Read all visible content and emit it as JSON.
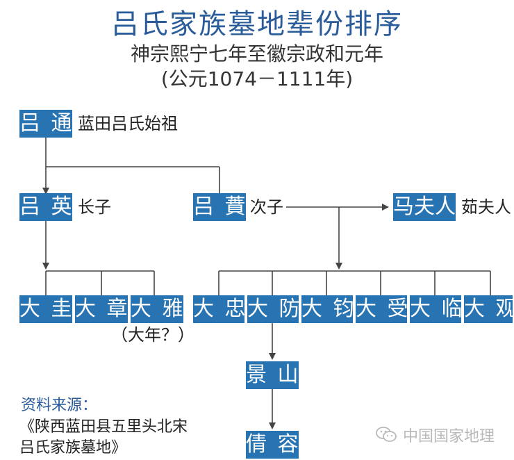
{
  "header": {
    "title": "吕氏家族墓地辈份排序",
    "subtitle": "神宗熙宁七年至徽宗政和元年",
    "years": "(公元1074－1111年)"
  },
  "nodes": {
    "lu_tong": "吕 通",
    "lu_ying": "吕 英",
    "lu_fen": "吕 蕡",
    "ma_furen": "马夫人",
    "da_gui": "大 圭",
    "da_zhang": "大 章",
    "da_ya": "大 雅",
    "da_zhong": "大 忠",
    "da_fang": "大 防",
    "da_jun": "大 钧",
    "da_shou": "大 受",
    "da_lin": "大 临",
    "da_guan": "大 观",
    "jing_shan": "景 山",
    "qian_rong": "倩 容"
  },
  "notes": {
    "lu_tong": "蓝田吕氏始祖",
    "lu_ying": "长子",
    "lu_fen": "次子",
    "ma_furen": "茹夫人",
    "da_ya": "（大年？）"
  },
  "source": {
    "label": "资料来源：",
    "line1": "《陕西蓝田县五里头北宋",
    "line2": "吕氏家族墓地》"
  },
  "watermark": {
    "text": "中国国家地理",
    "icon": "wechat-icon"
  },
  "colors": {
    "node_bg": "#2874b2",
    "title": "#2a5c9a",
    "lines": "#444444"
  }
}
